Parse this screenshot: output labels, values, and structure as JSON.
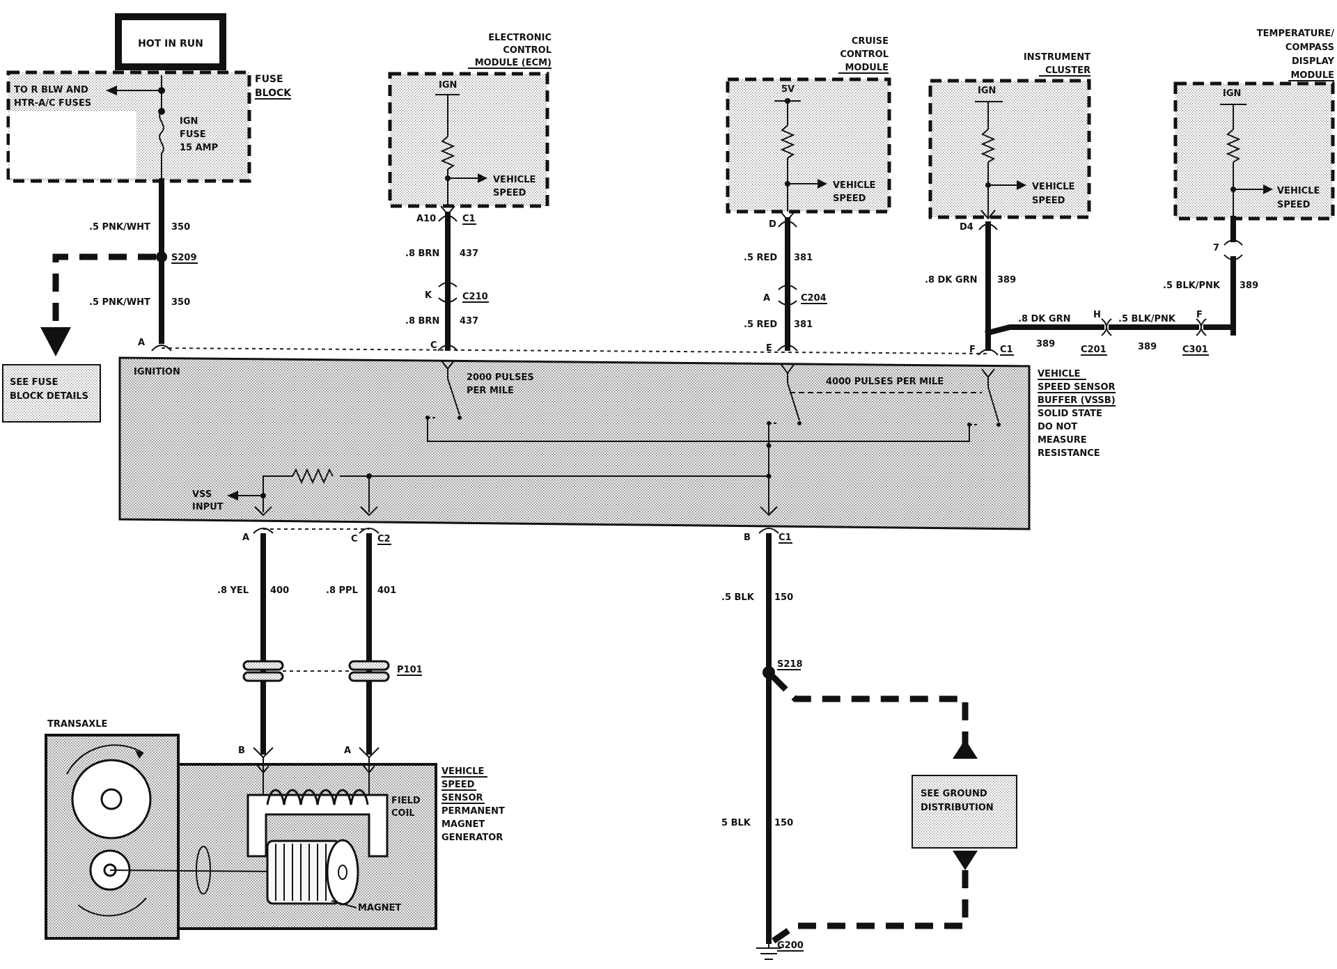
{
  "hot_in_run": "HOT IN RUN",
  "fuse_block": {
    "title_line1": "FUSE",
    "title_line2": "BLOCK",
    "to_fuses_line1": "TO R BLW AND",
    "to_fuses_line2": "HTR-A/C FUSES",
    "fuse_line1": "IGN",
    "fuse_line2": "FUSE",
    "fuse_line3": "15 AMP"
  },
  "ecm": {
    "title_line1": "ELECTRONIC",
    "title_line2": "CONTROL",
    "title_line3": "MODULE (ECM)",
    "ign": "IGN",
    "vs_line1": "VEHICLE",
    "vs_line2": "SPEED",
    "pin": "A10",
    "conn": "C1",
    "wire1_size": ".8 BRN",
    "wire1_num": "437",
    "c210_pin": "K",
    "c210": "C210",
    "wire2_size": ".8 BRN",
    "wire2_num": "437"
  },
  "cruise": {
    "title_line1": "CRUISE",
    "title_line2": "CONTROL",
    "title_line3": "MODULE",
    "supply": "5V",
    "vs_line1": "VEHICLE",
    "vs_line2": "SPEED",
    "pin": "D",
    "wire1_size": ".5 RED",
    "wire1_num": "381",
    "c204_pin": "A",
    "c204": "C204",
    "wire2_size": ".5 RED",
    "wire2_num": "381"
  },
  "cluster": {
    "title_line1": "INSTRUMENT",
    "title_line2": "CLUSTER",
    "ign": "IGN",
    "vs_line1": "VEHICLE",
    "vs_line2": "SPEED",
    "pin": "D4",
    "wire_size": ".8 DK GRN",
    "wire_num": "389"
  },
  "compass": {
    "title_line1": "TEMPERATURE/",
    "title_line2": "COMPASS",
    "title_line3": "DISPLAY",
    "title_line4": "MODULE",
    "ign": "IGN",
    "vs_line1": "VEHICLE",
    "vs_line2": "SPEED",
    "pin": "7",
    "wire_size": ".5 BLK/PNK",
    "wire_num": "389"
  },
  "crossover": {
    "w1_size": ".8 DK GRN",
    "w1_num": "389",
    "h_pin": "H",
    "c201": "C201",
    "w2_size": ".5 BLK/PNK",
    "w2_num": "389",
    "f_pin": "F",
    "c301": "C301"
  },
  "ignition_feed": {
    "w1_size": ".5 PNK/WHT",
    "w1_num": "350",
    "splice": "S209",
    "w2_size": ".5 PNK/WHT",
    "w2_num": "350",
    "see_fuse_line1": "SEE FUSE",
    "see_fuse_line2": "BLOCK DETAILS"
  },
  "vssb": {
    "pin_a": "A",
    "pin_c": "C",
    "pin_e": "E",
    "pin_f": "F",
    "conn_c1": "C1",
    "ignition": "IGNITION",
    "p2000_line1": "2000 PULSES",
    "p2000_line2": "PER MILE",
    "p4000": "4000 PULSES PER MILE",
    "vss_line1": "VSS",
    "vss_line2": "INPUT",
    "desc_line1": "VEHICLE",
    "desc_line2": "SPEED SENSOR",
    "desc_line3": "BUFFER (VSSB)",
    "desc_line4": "SOLID STATE",
    "desc_line5": "DO NOT",
    "desc_line6": "MEASURE",
    "desc_line7": "RESISTANCE",
    "bot_a": "A",
    "bot_c": "C",
    "bot_c2": "C2",
    "bot_b": "B",
    "bot_c1": "C1"
  },
  "sensor_wires": {
    "yel_size": ".8 YEL",
    "yel_num": "400",
    "ppl_size": ".8 PPL",
    "ppl_num": "401",
    "p101": "P101",
    "pin_b": "B",
    "pin_a": "A"
  },
  "ground": {
    "w1_size": ".5 BLK",
    "w1_num": "150",
    "splice": "S218",
    "w2_size": "5 BLK",
    "w2_num": "150",
    "ground_id": "G200",
    "see_ground_line1": "SEE GROUND",
    "see_ground_line2": "DISTRIBUTION"
  },
  "vss": {
    "transaxle": "TRANSAXLE",
    "title_line1": "VEHICLE",
    "title_line2": "SPEED",
    "title_line3": "SENSOR",
    "title_line4": "PERMANENT",
    "title_line5": "MAGNET",
    "title_line6": "GENERATOR",
    "field_line1": "FIELD",
    "field_line2": "COIL",
    "magnet": "MAGNET"
  }
}
